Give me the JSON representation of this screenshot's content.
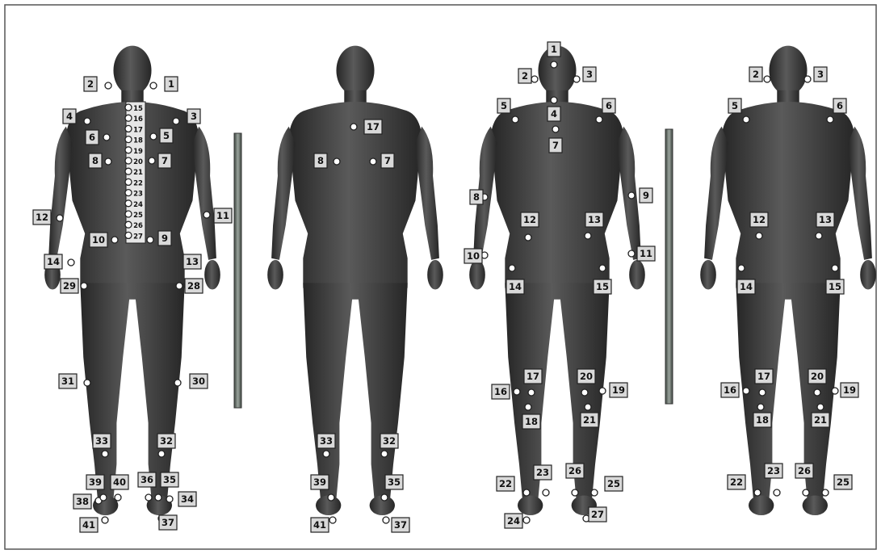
{
  "figures": [
    {
      "id": "posterior-marker",
      "labels": [
        {
          "t": "1"
        },
        {
          "t": "2"
        },
        {
          "t": "3"
        },
        {
          "t": "4"
        },
        {
          "t": "5"
        },
        {
          "t": "6"
        },
        {
          "t": "7"
        },
        {
          "t": "8"
        },
        {
          "t": "9"
        },
        {
          "t": "10"
        },
        {
          "t": "11"
        },
        {
          "t": "12"
        },
        {
          "t": "13"
        },
        {
          "t": "14"
        },
        {
          "t": "28"
        },
        {
          "t": "29"
        },
        {
          "t": "30"
        },
        {
          "t": "31"
        },
        {
          "t": "32"
        },
        {
          "t": "33"
        },
        {
          "t": "34"
        },
        {
          "t": "35"
        },
        {
          "t": "36"
        },
        {
          "t": "37"
        },
        {
          "t": "38"
        },
        {
          "t": "39"
        },
        {
          "t": "40"
        },
        {
          "t": "41"
        }
      ],
      "spine_labels": [
        "15",
        "16",
        "17",
        "18",
        "19",
        "20",
        "21",
        "22",
        "23",
        "24",
        "25",
        "26",
        "27"
      ]
    },
    {
      "id": "posterior-plain",
      "labels": [
        {
          "t": "17"
        },
        {
          "t": "8"
        },
        {
          "t": "7"
        },
        {
          "t": "33"
        },
        {
          "t": "32"
        },
        {
          "t": "39"
        },
        {
          "t": "35"
        },
        {
          "t": "41"
        },
        {
          "t": "37"
        }
      ]
    },
    {
      "id": "anterior-marker",
      "labels": [
        {
          "t": "1"
        },
        {
          "t": "2"
        },
        {
          "t": "3"
        },
        {
          "t": "4"
        },
        {
          "t": "5"
        },
        {
          "t": "6"
        },
        {
          "t": "7"
        },
        {
          "t": "8"
        },
        {
          "t": "9"
        },
        {
          "t": "10"
        },
        {
          "t": "11"
        },
        {
          "t": "12"
        },
        {
          "t": "13"
        },
        {
          "t": "14"
        },
        {
          "t": "15"
        },
        {
          "t": "16"
        },
        {
          "t": "17"
        },
        {
          "t": "18"
        },
        {
          "t": "19"
        },
        {
          "t": "20"
        },
        {
          "t": "21"
        },
        {
          "t": "22"
        },
        {
          "t": "23"
        },
        {
          "t": "24"
        },
        {
          "t": "25"
        },
        {
          "t": "26"
        },
        {
          "t": "27"
        }
      ]
    },
    {
      "id": "anterior-plain",
      "labels": [
        {
          "t": "2"
        },
        {
          "t": "3"
        },
        {
          "t": "5"
        },
        {
          "t": "6"
        },
        {
          "t": "12"
        },
        {
          "t": "13"
        },
        {
          "t": "14"
        },
        {
          "t": "15"
        },
        {
          "t": "16"
        },
        {
          "t": "17"
        },
        {
          "t": "18"
        },
        {
          "t": "19"
        },
        {
          "t": "20"
        },
        {
          "t": "21"
        },
        {
          "t": "22"
        },
        {
          "t": "23"
        },
        {
          "t": "25"
        },
        {
          "t": "26"
        }
      ]
    }
  ],
  "colors": {
    "body": "#454545",
    "body_dark": "#262626",
    "label_fill": "#d9d9d9",
    "scale_bar": "#6f7a72"
  }
}
